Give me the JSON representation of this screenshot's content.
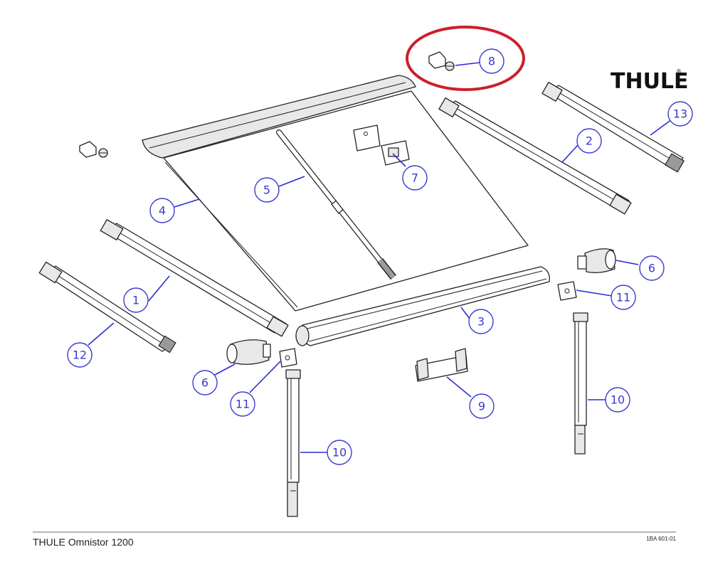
{
  "brand": {
    "logo_text": "THULE",
    "registered_mark": "®"
  },
  "footer": {
    "title": "THULE Omnistor 1200",
    "drawing_code": "1BA 601-01"
  },
  "callouts": [
    {
      "label": "1"
    },
    {
      "label": "2"
    },
    {
      "label": "3"
    },
    {
      "label": "4"
    },
    {
      "label": "5"
    },
    {
      "label": "6"
    },
    {
      "label": "6"
    },
    {
      "label": "7"
    },
    {
      "label": "8"
    },
    {
      "label": "9"
    },
    {
      "label": "10"
    },
    {
      "label": "10"
    },
    {
      "label": "11"
    },
    {
      "label": "11"
    },
    {
      "label": "12"
    },
    {
      "label": "13"
    }
  ],
  "highlight": {
    "color": "#cc1f2a",
    "target_label": "8"
  },
  "colors": {
    "callout": "#3a3ad0",
    "leader": "#2b2bd6",
    "outline": "#222222"
  }
}
